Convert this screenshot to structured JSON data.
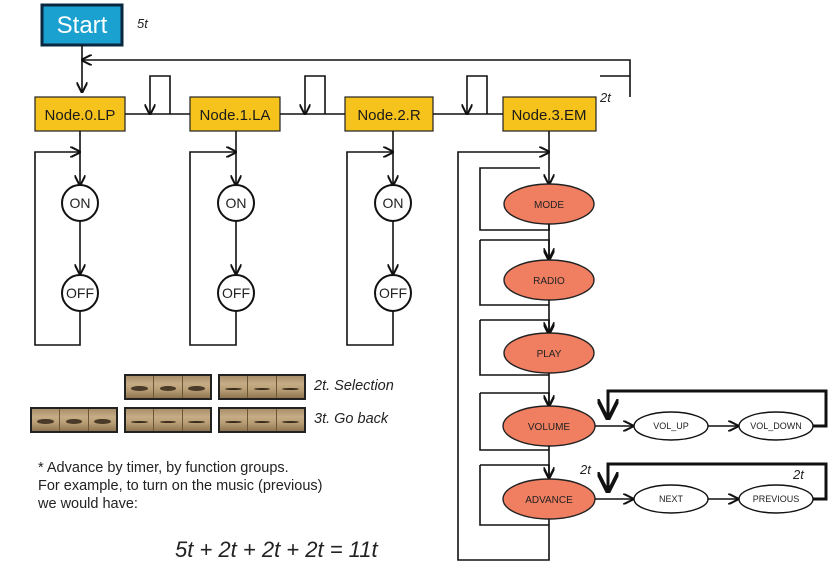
{
  "start": {
    "label": "Start",
    "time": "5t",
    "color": "#1ba1d0"
  },
  "nodes": [
    {
      "label": "Node.0.LP",
      "time": ""
    },
    {
      "label": "Node.1.LA",
      "time": ""
    },
    {
      "label": "Node.2.R",
      "time": ""
    },
    {
      "label": "Node.3.EM",
      "time": "2t"
    }
  ],
  "node_color": "#f6c21c",
  "switches": {
    "on": "ON",
    "off": "OFF"
  },
  "menu_color": "#f07f62",
  "menu": [
    {
      "label": "MODE"
    },
    {
      "label": "RADIO"
    },
    {
      "label": "PLAY"
    },
    {
      "label": "VOLUME"
    },
    {
      "label": "ADVANCE",
      "time": "2t"
    }
  ],
  "volume_sub": {
    "up": "VOL_UP",
    "down": "VOL_DOWN"
  },
  "advance_sub": {
    "next": "NEXT",
    "previous": "PREVIOUS",
    "time": "2t"
  },
  "legend": {
    "selection": "2t. Selection",
    "go_back": "3t. Go back"
  },
  "note": "* Advance by timer, by function groups.\nFor example, to turn on the music (previous)\nwe would have:",
  "formula": "5t + 2t + 2t + 2t  = 11t"
}
